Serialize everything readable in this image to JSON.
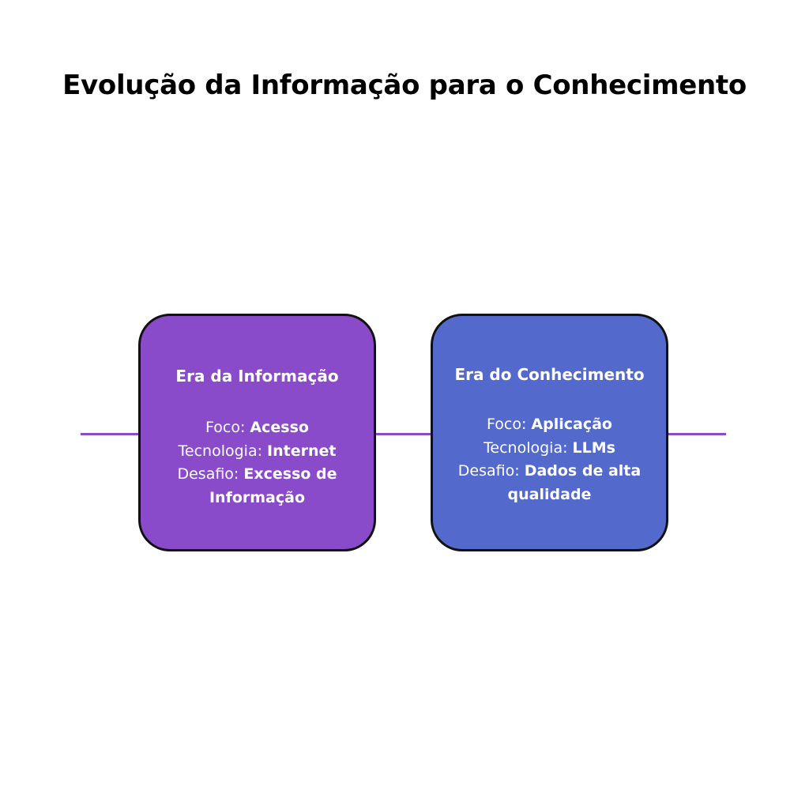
{
  "title": "Evolução da Informação para o Conhecimento",
  "colors": {
    "card_1": "#8a4bcb",
    "card_2": "#5369cb",
    "line": "#8a4bcb",
    "border": "#111111",
    "text": "#ffffff"
  },
  "cards": [
    {
      "title": "Era da Informação",
      "rows": [
        {
          "label": "Foco: ",
          "value": "Acesso"
        },
        {
          "label": "Tecnologia: ",
          "value": "Internet"
        },
        {
          "label": "Desafio: ",
          "value": "Excesso de Informação"
        }
      ]
    },
    {
      "title": "Era do Conhecimento",
      "rows": [
        {
          "label": "Foco: ",
          "value": "Aplicação"
        },
        {
          "label": "Tecnologia: ",
          "value": "LLMs"
        },
        {
          "label": "Desafio: ",
          "value": "Dados de alta qualidade"
        }
      ]
    }
  ]
}
